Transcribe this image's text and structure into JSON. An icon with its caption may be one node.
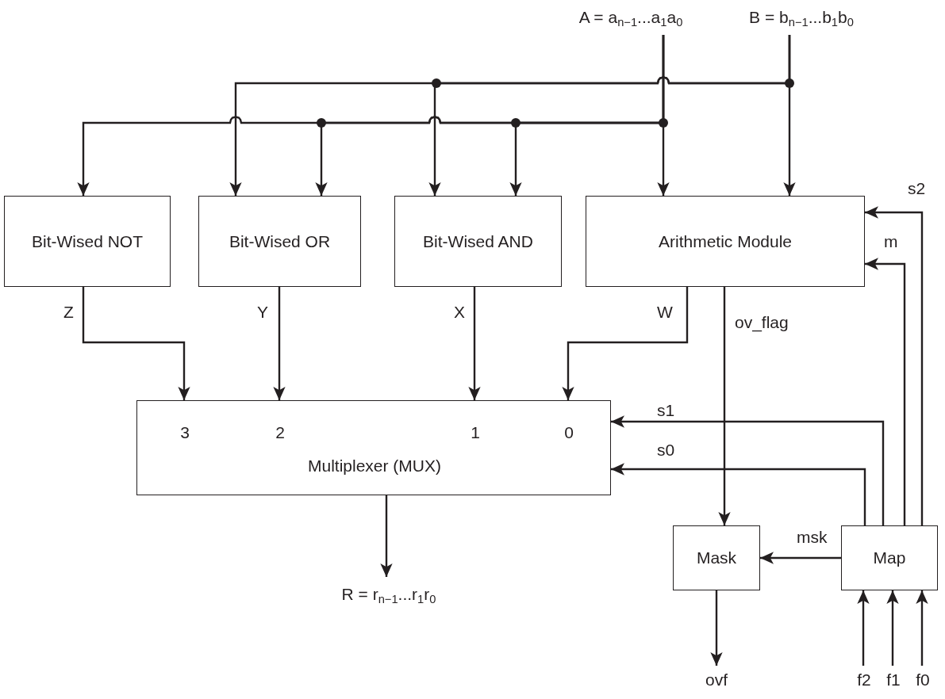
{
  "diagram": {
    "nodes": [
      {
        "text": [
          "A = a$_{n−1}$...a$_{1}$a$_{0}$"
        ]
      },
      {
        "text": [
          "B = b$_{n−1}$...b$_{1}$b$_{0}$"
        ]
      },
      {
        "text": [
          "Bit-Wised NOT"
        ]
      },
      {
        "text": [
          "Bit-Wised OR"
        ]
      },
      {
        "text": [
          "Bit-Wised AND"
        ]
      },
      {
        "text": [
          "Arithmetic Module"
        ]
      },
      {
        "text": [
          "3",
          "2",
          "1",
          "0",
          "Multiplexer (MUX)"
        ]
      },
      {
        "text": [
          "R = r$_{n−1}$...r$_{1}$r$_{0}$"
        ]
      },
      {
        "text": [
          "Mask"
        ]
      },
      {
        "text": [
          "Map"
        ]
      },
      {
        "text": [
          "ovf"
        ]
      },
      {
        "text": [
          "f2"
        ]
      },
      {
        "text": [
          "f1"
        ]
      },
      {
        "text": [
          "f0"
        ]
      }
    ],
    "edges": [
      {
        "from": 0,
        "to": 2,
        "arrow": "to"
      },
      {
        "from": 0,
        "to": 3,
        "arrow": "to"
      },
      {
        "from": 0,
        "to": 4,
        "arrow": "to"
      },
      {
        "from": 0,
        "to": 5,
        "arrow": "to"
      },
      {
        "from": 1,
        "to": 3,
        "arrow": "to"
      },
      {
        "from": 1,
        "to": 4,
        "arrow": "to"
      },
      {
        "from": 1,
        "to": 5,
        "arrow": "to"
      },
      {
        "from": 2,
        "to": 6,
        "label": "Z",
        "arrow": "to"
      },
      {
        "from": 3,
        "to": 6,
        "label": "Y",
        "arrow": "to"
      },
      {
        "from": 4,
        "to": 6,
        "label": "X",
        "arrow": "to"
      },
      {
        "from": 5,
        "to": 6,
        "label": "W",
        "arrow": "to"
      },
      {
        "from": 5,
        "to": 8,
        "label": "ov_flag",
        "arrow": "to"
      },
      {
        "from": 9,
        "to": 6,
        "label": "s1",
        "arrow": "to"
      },
      {
        "from": 9,
        "to": 6,
        "label": "s0",
        "arrow": "to"
      },
      {
        "from": 9,
        "to": 5,
        "label": "m",
        "arrow": "to"
      },
      {
        "from": 9,
        "to": 5,
        "label": "s2",
        "arrow": "to"
      },
      {
        "from": 9,
        "to": 8,
        "label": "msk",
        "arrow": "to"
      },
      {
        "from": 8,
        "to": 10,
        "arrow": "to"
      },
      {
        "from": 11,
        "to": 9,
        "arrow": "to"
      },
      {
        "from": 12,
        "to": 9,
        "arrow": "to"
      },
      {
        "from": 13,
        "to": 9,
        "arrow": "to"
      },
      {
        "from": 6,
        "to": 7,
        "arrow": "to"
      }
    ]
  }
}
